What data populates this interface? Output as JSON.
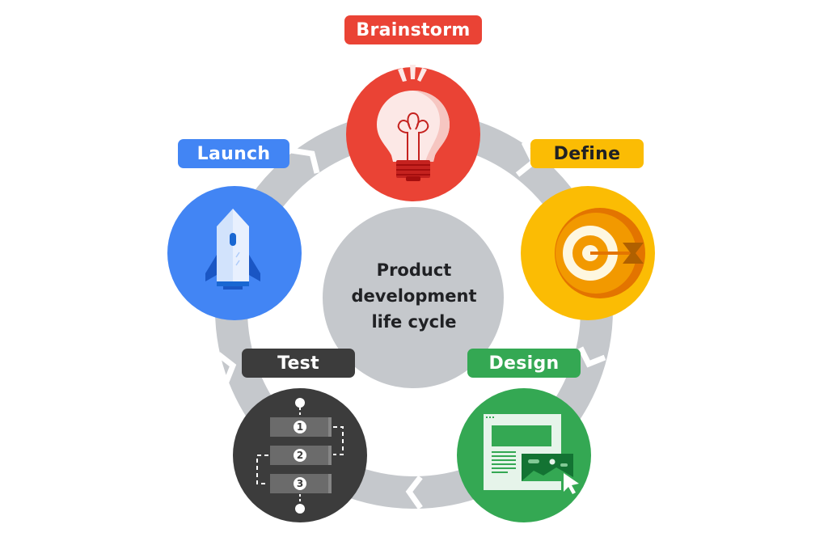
{
  "diagram": {
    "title": "Product development life cycle",
    "center_lines": [
      "Product",
      "development",
      "life cycle"
    ],
    "ring_color": "#c5c8cc",
    "center_color": "#c5c8cc",
    "stages": [
      {
        "id": "brainstorm",
        "label": "Brainstorm",
        "color": "#ea4335",
        "text_color": "#ffffff",
        "icon": "lightbulb-icon"
      },
      {
        "id": "define",
        "label": "Define",
        "color": "#fbbc04",
        "text_color": "#202124",
        "icon": "target-arrow-icon"
      },
      {
        "id": "design",
        "label": "Design",
        "color": "#34a853",
        "text_color": "#ffffff",
        "icon": "web-layout-cursor-icon"
      },
      {
        "id": "test",
        "label": "Test",
        "color": "#3c3c3c",
        "text_color": "#ffffff",
        "icon": "numbered-steps-icon"
      },
      {
        "id": "launch",
        "label": "Launch",
        "color": "#4285f4",
        "text_color": "#ffffff",
        "icon": "rocket-icon"
      }
    ],
    "test_steps": [
      "1",
      "2",
      "3"
    ],
    "flow_direction": "clockwise"
  }
}
